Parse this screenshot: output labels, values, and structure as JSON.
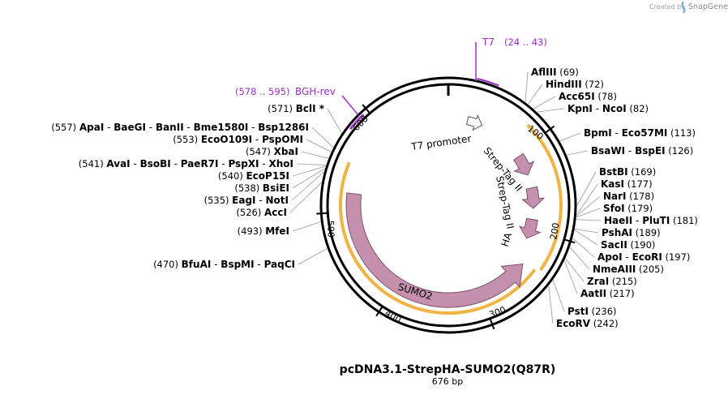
{
  "header": {
    "credit_prefix": "Created by",
    "credit_brand": "SnapGene"
  },
  "map": {
    "name": "pcDNA3.1-StrepHA-SUMO2(Q87R)",
    "length_label": "676 bp",
    "length": 676,
    "ticks": [
      "100",
      "200",
      "300",
      "400",
      "500",
      "600"
    ]
  },
  "primers": [
    {
      "name": "T7",
      "range": "(24 .. 43)"
    },
    {
      "name": "BGH-rev",
      "range": "(578 .. 595)"
    }
  ],
  "features": [
    {
      "name": "T7 promoter",
      "type": "promoter",
      "color": "#ffffff"
    },
    {
      "name": "Strep-Tag II",
      "type": "cds",
      "color": "#c58fae"
    },
    {
      "name": "Strep-Tag II",
      "type": "cds",
      "color": "#c58fae"
    },
    {
      "name": "HA",
      "type": "cds",
      "color": "#c58fae"
    },
    {
      "name": "SUMO2",
      "type": "cds",
      "color": "#c58fae"
    }
  ],
  "orf_color": "#f0b445",
  "primer_color": "#9a2fc2",
  "sites_right": [
    {
      "names": [
        "AflIII"
      ],
      "pos": "(69)"
    },
    {
      "names": [
        "HindIII"
      ],
      "pos": "(72)"
    },
    {
      "names": [
        "Acc65I"
      ],
      "pos": "(78)"
    },
    {
      "names": [
        "KpnI",
        "NcoI"
      ],
      "pos": "(82)"
    },
    {
      "names": [
        "BpmI",
        "Eco57MI"
      ],
      "pos": "(113)"
    },
    {
      "names": [
        "BsaWI",
        "BspEI"
      ],
      "pos": "(126)"
    },
    {
      "names": [
        "BstBI"
      ],
      "pos": "(169)"
    },
    {
      "names": [
        "KasI"
      ],
      "pos": "(177)"
    },
    {
      "names": [
        "NarI"
      ],
      "pos": "(178)"
    },
    {
      "names": [
        "SfoI"
      ],
      "pos": "(179)"
    },
    {
      "names": [
        "HaeII",
        "PluTI"
      ],
      "pos": "(181)"
    },
    {
      "names": [
        "PshAI"
      ],
      "pos": "(189)"
    },
    {
      "names": [
        "SacII"
      ],
      "pos": "(190)"
    },
    {
      "names": [
        "ApoI",
        "EcoRI"
      ],
      "pos": "(197)"
    },
    {
      "names": [
        "NmeAIII"
      ],
      "pos": "(205)"
    },
    {
      "names": [
        "ZraI"
      ],
      "pos": "(215)"
    },
    {
      "names": [
        "AatII"
      ],
      "pos": "(217)"
    },
    {
      "names": [
        "PstI"
      ],
      "pos": "(236)"
    },
    {
      "names": [
        "EcoRV"
      ],
      "pos": "(242)"
    }
  ],
  "sites_left": [
    {
      "names": [
        "BclI *"
      ],
      "pos": "(571)"
    },
    {
      "names": [
        "ApaI",
        "BaeGI",
        "BanII",
        "Bme1580I",
        "Bsp1286I"
      ],
      "pos": "(557)"
    },
    {
      "names": [
        "EcoO109I",
        "PspOMI"
      ],
      "pos": "(553)"
    },
    {
      "names": [
        "XbaI"
      ],
      "pos": "(547)"
    },
    {
      "names": [
        "AvaI",
        "BsoBI",
        "PaeR7I",
        "PspXI",
        "XhoI"
      ],
      "pos": "(541)"
    },
    {
      "names": [
        "EcoP15I"
      ],
      "pos": "(540)"
    },
    {
      "names": [
        "BsiEI"
      ],
      "pos": "(538)"
    },
    {
      "names": [
        "EagI",
        "NotI"
      ],
      "pos": "(535)"
    },
    {
      "names": [
        "AccI"
      ],
      "pos": "(526)"
    },
    {
      "names": [
        "MfeI"
      ],
      "pos": "(493)"
    },
    {
      "names": [
        "BfuAI",
        "BspMI",
        "PaqCI"
      ],
      "pos": "(470)"
    }
  ]
}
